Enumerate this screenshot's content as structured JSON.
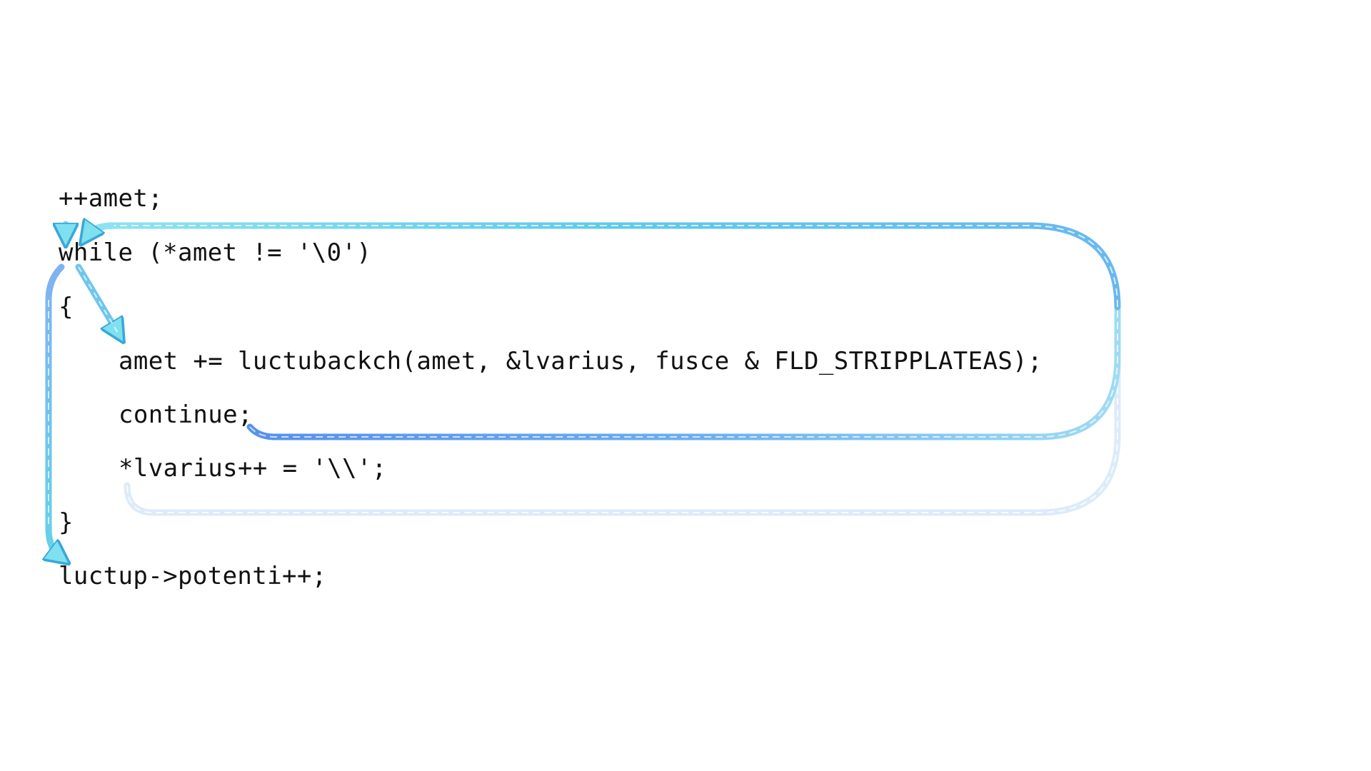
{
  "code": {
    "lines": [
      "++amet;",
      "while (*amet != '\\0')",
      "{",
      "amet += luctubackch(amet, &lvarius, fusce & FLD_STRIPPLATEAS);",
      "continue;",
      "*lvarius++ = '\\\\';",
      "}",
      "luctup->potenti++;"
    ]
  },
  "colors": {
    "arrow_cyan": "#5ad0e8",
    "arrow_blue": "#5b8ef0",
    "arrow_faded": "#d6e8f8",
    "arrow_stroke": "#3aa8d8",
    "text": "#111111"
  }
}
